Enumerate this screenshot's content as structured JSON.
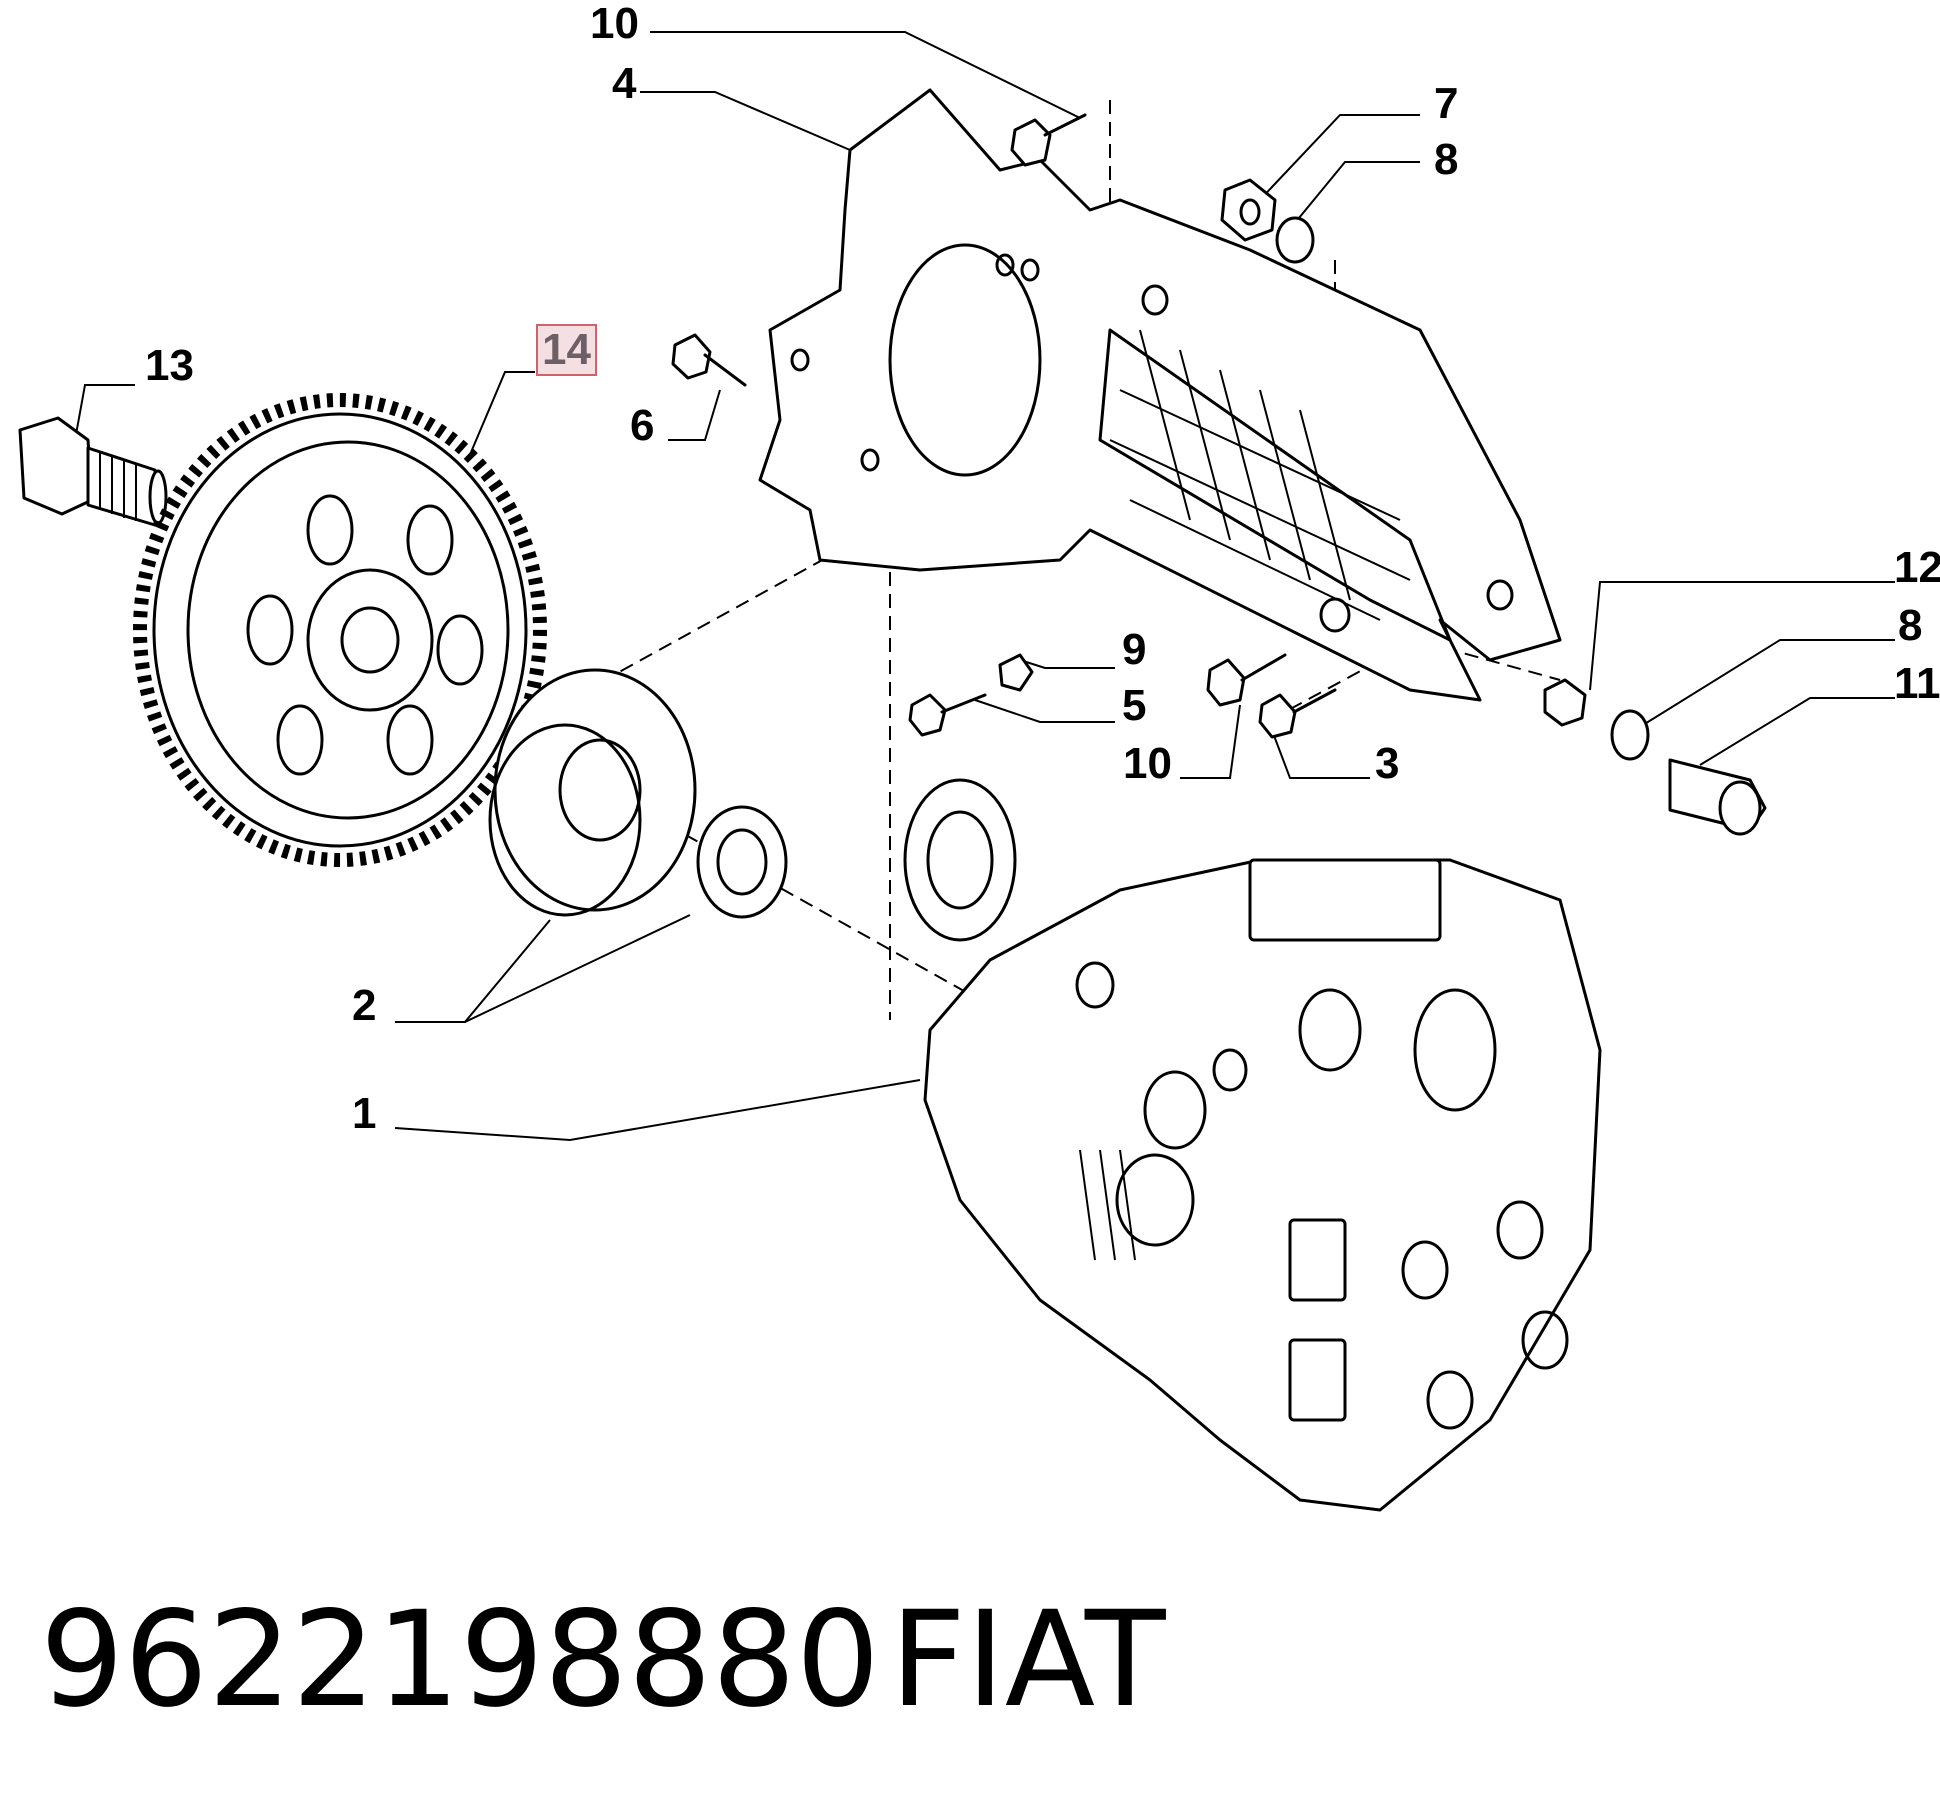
{
  "callouts": {
    "c10_top": "10",
    "c4": "4",
    "c7": "7",
    "c8_top": "8",
    "c13": "13",
    "c14": "14",
    "c6": "6",
    "c9": "9",
    "c5": "5",
    "c10_bottom": "10",
    "c3": "3",
    "c12": "12",
    "c8_bottom": "8",
    "c11": "11",
    "c2": "2",
    "c1": "1"
  },
  "footer": {
    "part_number": "9622198880",
    "brand": "FIAT"
  },
  "highlight_color": "#d0626c"
}
